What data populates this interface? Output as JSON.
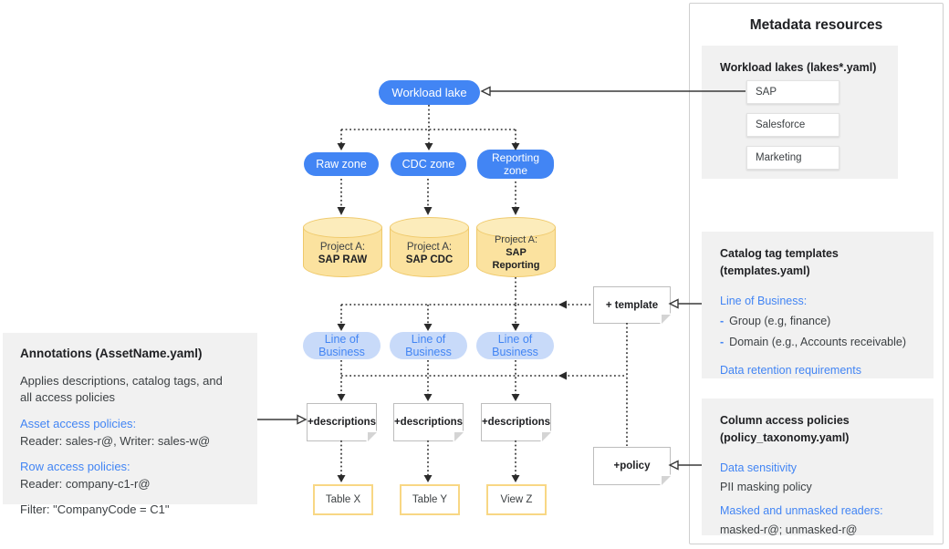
{
  "colors": {
    "node_blue": "#4285F4",
    "lob_fill": "#C8DAF9",
    "lob_text": "#4285F4",
    "cylinder_fill": "#FBE29F",
    "cylinder_top_fill": "#FCECBB",
    "cylinder_border": "#EFC96B",
    "table_border": "#F8D784",
    "panel_gray": "#F1F1F1",
    "link_blue": "#4285F4",
    "text_dark": "#202124",
    "text_body": "#3C4043"
  },
  "diagram": {
    "workload_lake": "Workload lake",
    "zones": [
      "Raw zone",
      "CDC zone",
      "Reporting zone"
    ],
    "projects": [
      {
        "prefix": "Project A:",
        "name": "SAP RAW"
      },
      {
        "prefix": "Project A:",
        "name": "SAP CDC"
      },
      {
        "prefix": "Project A:",
        "name": "SAP Reporting"
      }
    ],
    "lob_label": "Line of Business",
    "descriptions_label": "+descriptions",
    "template_label": "+ template",
    "policy_label": "+policy",
    "tables": [
      "Table X",
      "Table Y",
      "View Z"
    ]
  },
  "annotations_panel": {
    "title": "Annotations (AssetName.yaml)",
    "body": "Applies descriptions, catalog tags, and all access policies",
    "asset_policies_label": "Asset access policies:",
    "asset_policies_value": "Reader: sales-r@, Writer: sales-w@",
    "row_policies_label": "Row access policies:",
    "row_policies_value": "Reader: company-c1-r@",
    "filter": "Filter: \"CompanyCode = C1\""
  },
  "metadata_panel": {
    "title": "Metadata resources",
    "workload_lakes": {
      "header": "Workload lakes (lakes*.yaml)",
      "items": [
        "SAP",
        "Salesforce",
        "Marketing"
      ]
    },
    "catalog_templates": {
      "header_line1": "Catalog tag templates",
      "header_line2": "(templates.yaml)",
      "lob_label": "Line of Business:",
      "items": [
        "Group (e.g, finance)",
        "Domain (e.g., Accounts receivable)"
      ],
      "retention_label": "Data retention requirements"
    },
    "column_policies": {
      "header_line1": "Column access policies",
      "header_line2": "(policy_taxonomy.yaml)",
      "sensitivity_label": "Data sensitivity",
      "sensitivity_value": "PII masking policy",
      "readers_label": "Masked and unmasked readers:",
      "readers_value": "masked-r@; unmasked-r@"
    }
  }
}
